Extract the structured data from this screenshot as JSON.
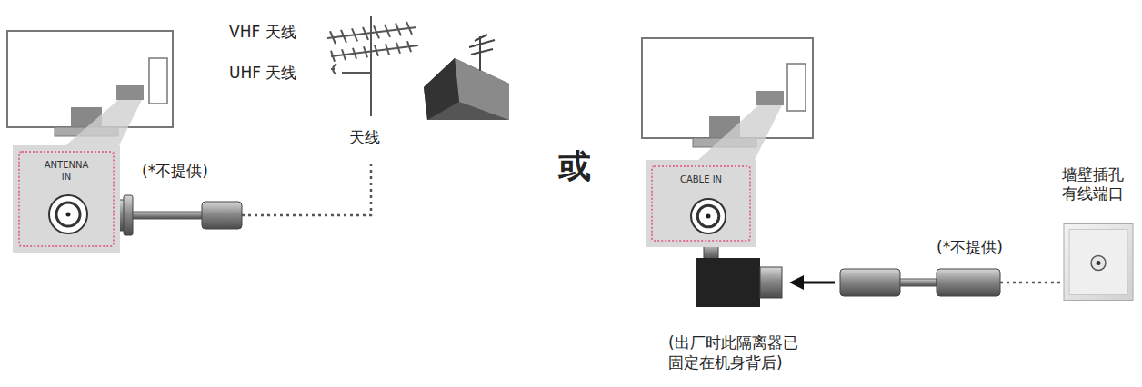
{
  "diagram": {
    "nodes": [
      {
        "text": [
          "ANTENNA IN"
        ]
      },
      {
        "text": [
          "CABLE IN"
        ]
      },
      {
        "text": [
          "墙壁插孔 有线端口"
        ]
      }
    ],
    "labels": [
      "VHF 天线",
      "UHF 天线",
      "天线",
      "(*不提供)",
      "或",
      "(*不提供)",
      "(出厂时此隔离器已 固定在机身背后)"
    ]
  }
}
